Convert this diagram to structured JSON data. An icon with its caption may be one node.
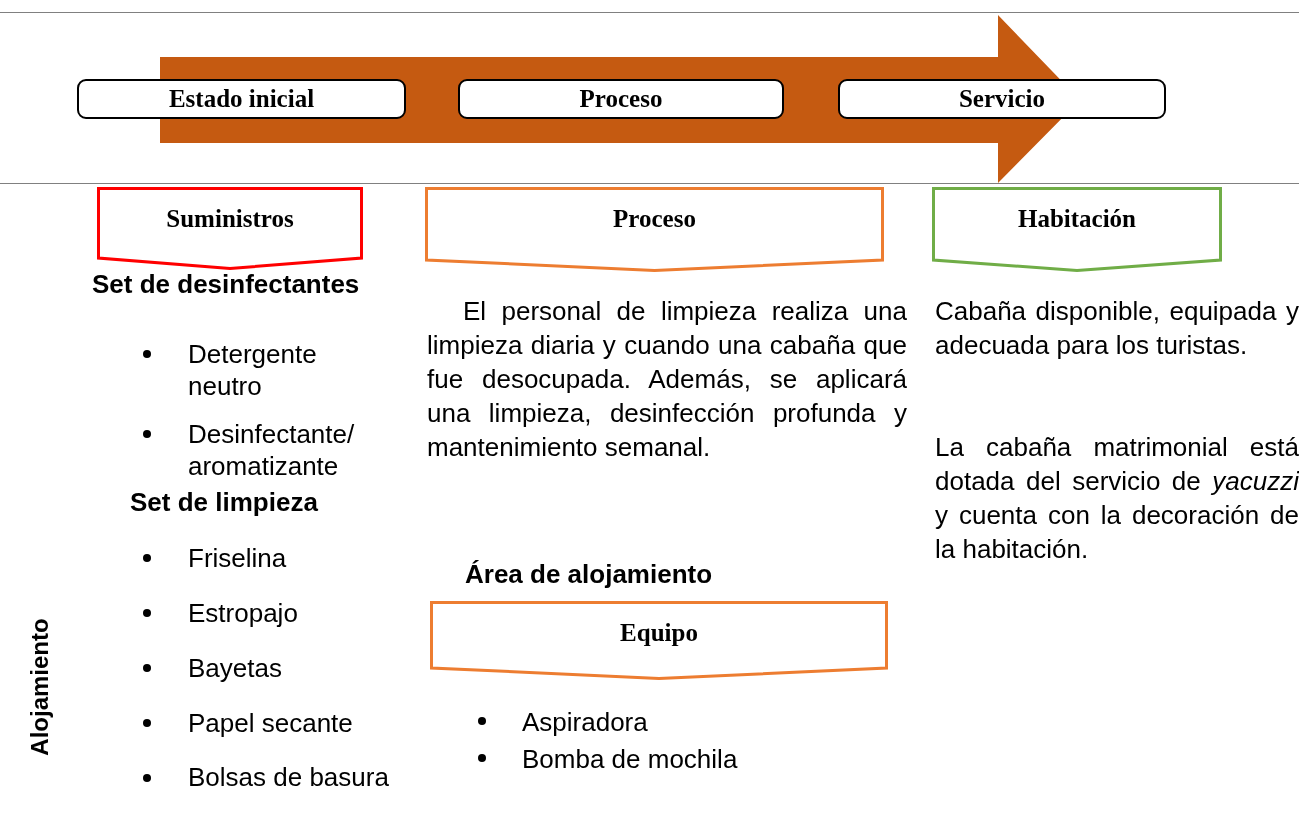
{
  "diagram": {
    "nodes": [
      {
        "text": [
          "Estado inicial"
        ]
      },
      {
        "text": [
          "Proceso"
        ]
      },
      {
        "text": [
          "Servicio"
        ]
      },
      {
        "text": [
          "Suministros"
        ]
      },
      {
        "text": [
          "Proceso"
        ]
      },
      {
        "text": [
          "Habitación"
        ]
      },
      {
        "text": [
          "Equipo"
        ]
      }
    ],
    "edges": [],
    "labels": [
      "Set de desinfectantes",
      "Detergente neutro",
      "Desinfectante/ aromatizante",
      "Set de limpieza",
      "Friselina",
      "Estropajo",
      "Bayetas",
      "Papel secante",
      "Bolsas de basura",
      "El personal de limpieza realiza una limpieza diaria y cuando una cabaña que fue desocupada. Además, se aplicará una limpieza, desinfección profunda y mantenimiento semanal.",
      "Área de alojamiento",
      "Aspiradora",
      "Bomba de mochila",
      "Cabaña disponible, equipada y adecuada para los turistas.",
      "La cabaña matrimonial está dotada del servicio de *yacuzzi* y cuenta con la decoración de la habitación.",
      "Alojamiento"
    ]
  }
}
